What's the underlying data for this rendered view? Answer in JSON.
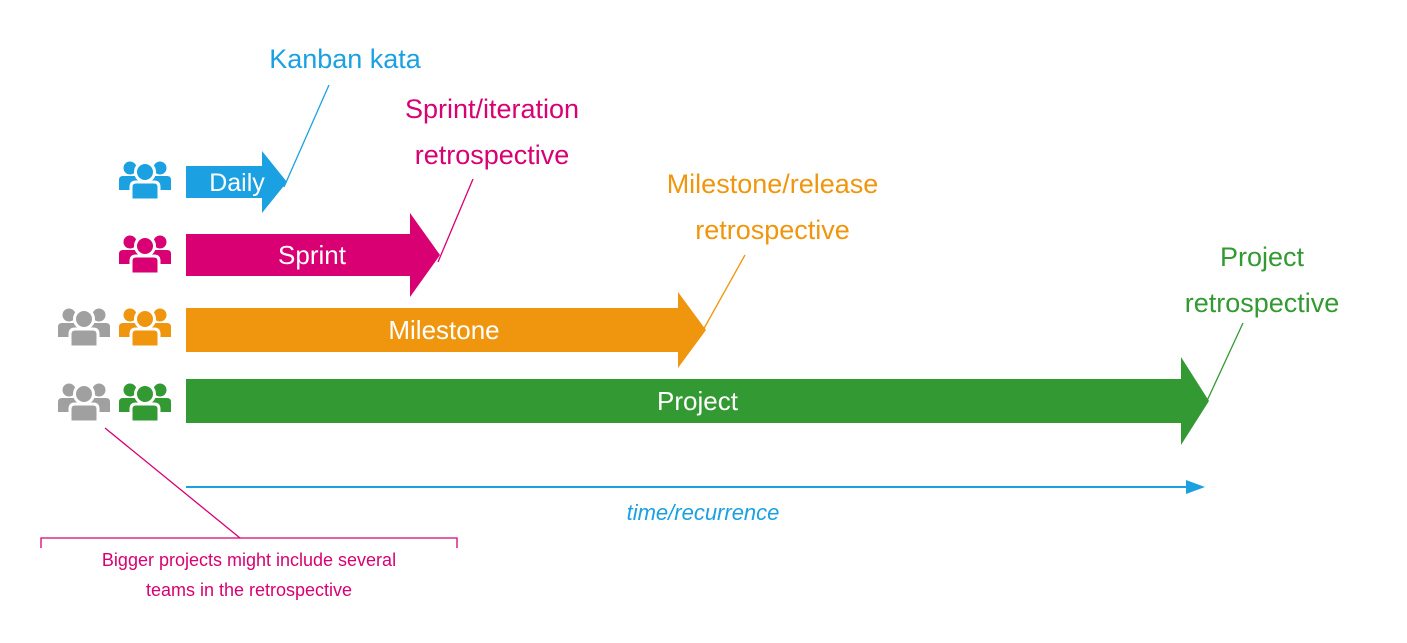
{
  "colors": {
    "daily": "#1ba1e2",
    "sprint": "#d80073",
    "milestone": "#f0960e",
    "project": "#339933",
    "extra_team": "#a0a0a0",
    "axis": "#1ba1e2",
    "note": "#d80073"
  },
  "icons": {
    "team": "team-people-icon"
  },
  "arrows": {
    "daily": "Daily",
    "sprint": "Sprint",
    "milestone": "Milestone",
    "project": "Project"
  },
  "retrospectives": {
    "kanban": "Kanban kata",
    "sprint_line1": "Sprint/iteration",
    "sprint_line2": "retrospective",
    "milestone_line1": "Milestone/release",
    "milestone_line2": "retrospective",
    "project_line1": "Project",
    "project_line2": "retrospective"
  },
  "axis": {
    "label": "time/recurrence"
  },
  "note": {
    "line1": "Bigger projects might include several",
    "line2": "teams in the retrospective"
  }
}
